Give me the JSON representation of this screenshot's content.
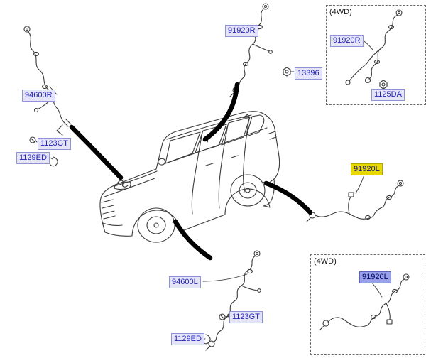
{
  "page": {
    "background": "#ffffff"
  },
  "colors": {
    "label_text": "#2222bb",
    "label_background": "#e4e4f6",
    "label_border": "#8d93d6",
    "highlight_yellow": "#e8da00",
    "highlight_blue": "#98a0e8",
    "line_art": "#3a3a3a",
    "pointer": "#000000"
  },
  "callouts": {
    "front_right": {
      "sensor": "94600R",
      "bolt": "1123GT",
      "clip": "1129ED"
    },
    "rear_right": {
      "sensor": "91920R",
      "nut": "13396"
    },
    "rear_right_4wd": {
      "variant": "(4WD)",
      "sensor": "91920R",
      "bolt": "1125DA"
    },
    "rear_left": {
      "sensor": "91920L"
    },
    "front_left": {
      "sensor": "94600L",
      "bolt": "1123GT",
      "clip": "1129ED"
    },
    "rear_left_4wd": {
      "variant": "(4WD)",
      "sensor": "91920L"
    }
  }
}
